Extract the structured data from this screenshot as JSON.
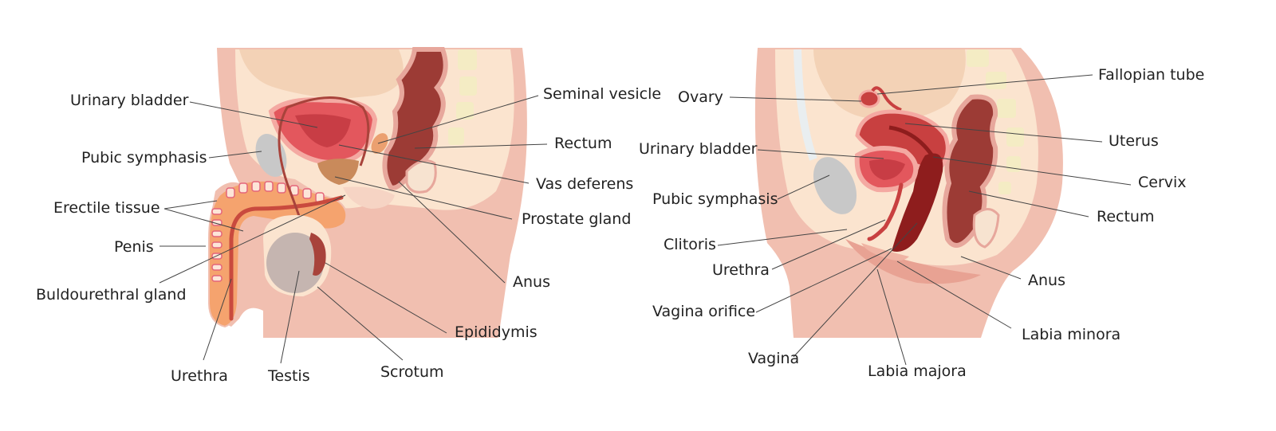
{
  "male": {
    "labels": {
      "urinary_bladder": "Urinary bladder",
      "pubic_symphasis": "Pubic symphasis",
      "erectile_tissue": "Erectile tissue",
      "penis": "Penis",
      "buldourethral_gland": "Buldourethral gland",
      "urethra": "Urethra",
      "testis": "Testis",
      "scrotum": "Scrotum",
      "epididymis": "Epididymis",
      "anus": "Anus",
      "prostate_gland": "Prostate gland",
      "vas_deferens": "Vas deferens",
      "rectum": "Rectum",
      "seminal_vesicle": "Seminal vesicle"
    }
  },
  "female": {
    "labels": {
      "ovary": "Ovary",
      "urinary_bladder": "Urinary bladder",
      "pubic_symphasis": "Pubic symphasis",
      "clitoris": "Clitoris",
      "urethra": "Urethra",
      "vagina_orifice": "Vagina orifice",
      "vagina": "Vagina",
      "labia_majora": "Labia majora",
      "labia_minora": "Labia minora",
      "anus": "Anus",
      "rectum": "Rectum",
      "cervix": "Cervix",
      "uterus": "Uterus",
      "fallopian_tube": "Fallopian tube"
    }
  },
  "colors": {
    "skin": "#f1bfb0",
    "skin_light": "#fbe4cf",
    "tissue": "#f3d2b6",
    "bladder": "#e3575d",
    "rectum": "#9c3b35",
    "vagina": "#8e1d1d",
    "bone": "#c8c8c8",
    "prostate": "#c98a5b",
    "line": "#444444"
  }
}
